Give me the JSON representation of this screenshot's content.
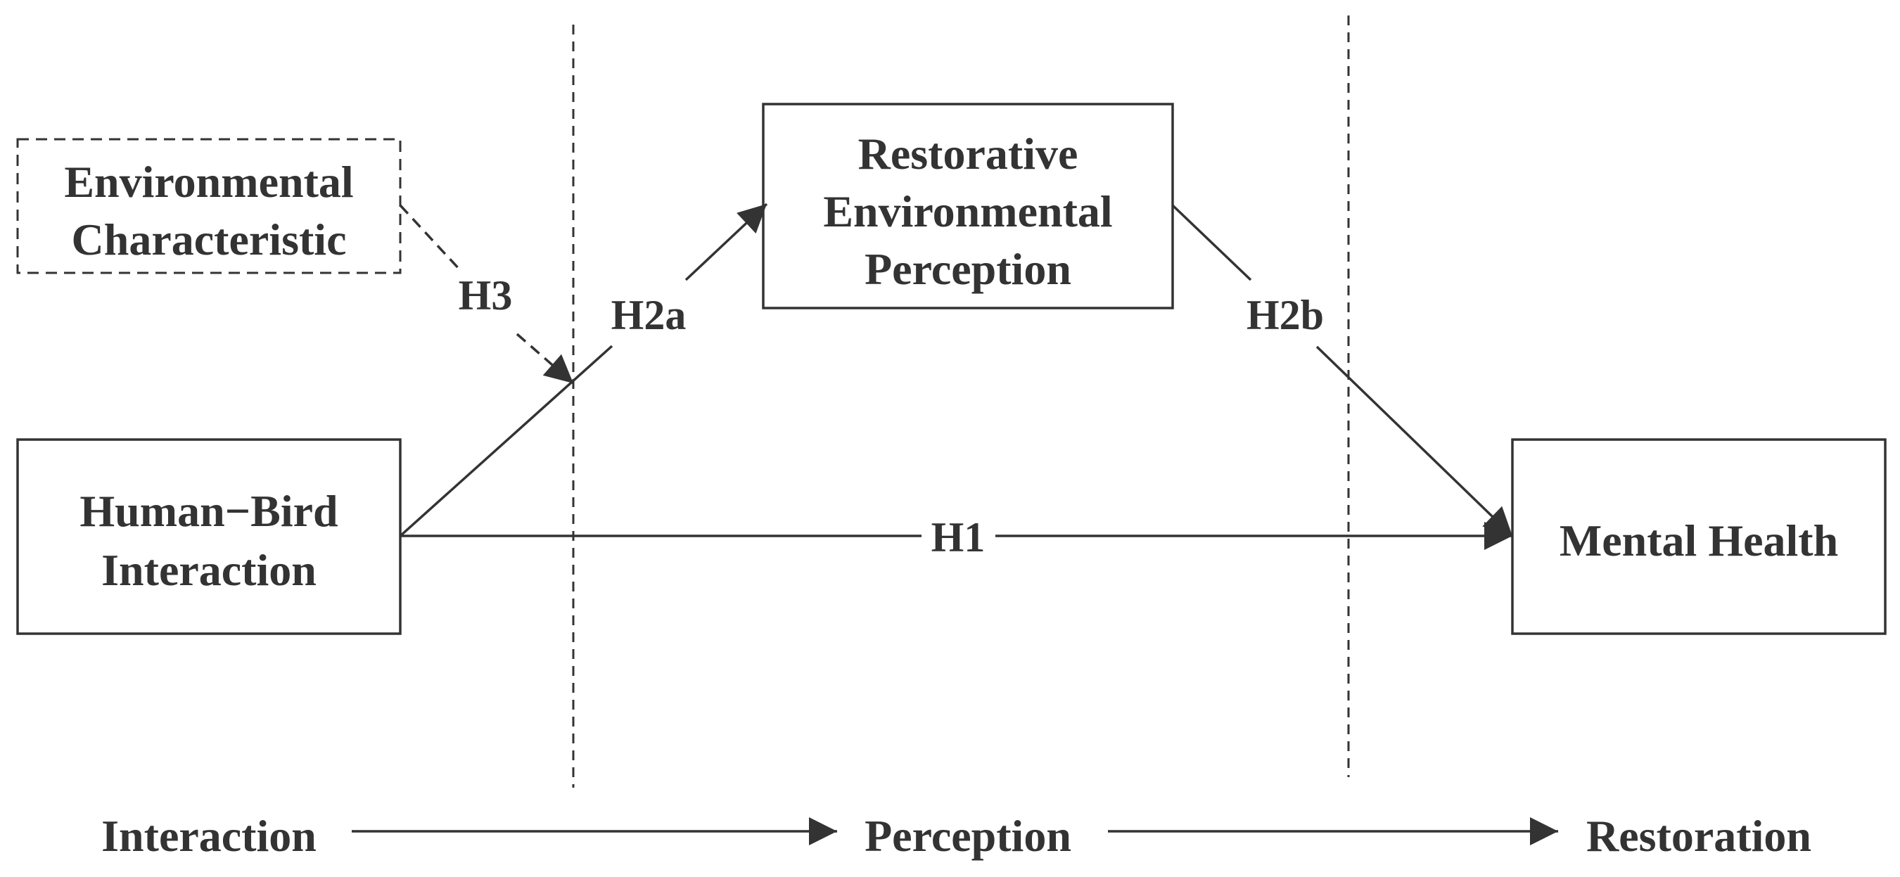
{
  "nodes": {
    "environmental_characteristic": {
      "lines": [
        "Environmental",
        "Characteristic"
      ],
      "style": "dashed"
    },
    "restorative_perception": {
      "lines": [
        "Restorative",
        "Environmental",
        "Perception"
      ],
      "style": "solid"
    },
    "human_bird_interaction": {
      "lines": [
        "Human−Bird",
        "Interaction"
      ],
      "style": "solid"
    },
    "mental_health": {
      "lines": [
        "Mental Health"
      ],
      "style": "solid"
    }
  },
  "paths": {
    "h1": "H1",
    "h2a": "H2a",
    "h2b": "H2b",
    "h3": "H3"
  },
  "stages": {
    "interaction": "Interaction",
    "perception": "Perception",
    "restoration": "Restoration"
  },
  "colors": {
    "ink": "#333333",
    "background": "#ffffff"
  }
}
